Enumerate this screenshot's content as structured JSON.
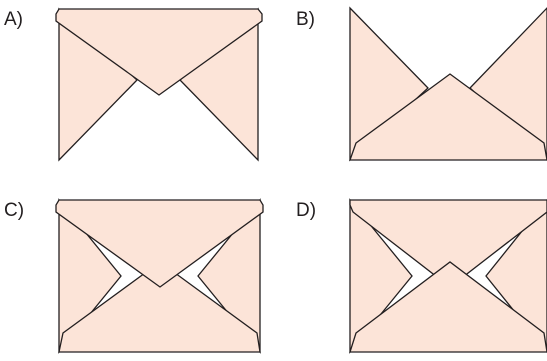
{
  "options": [
    {
      "label": "A)"
    },
    {
      "label": "B)"
    },
    {
      "label": "C)"
    },
    {
      "label": "D)"
    }
  ],
  "colors": {
    "fill": "#fce4d8",
    "stroke": "#231f20",
    "text": "#231f20"
  }
}
